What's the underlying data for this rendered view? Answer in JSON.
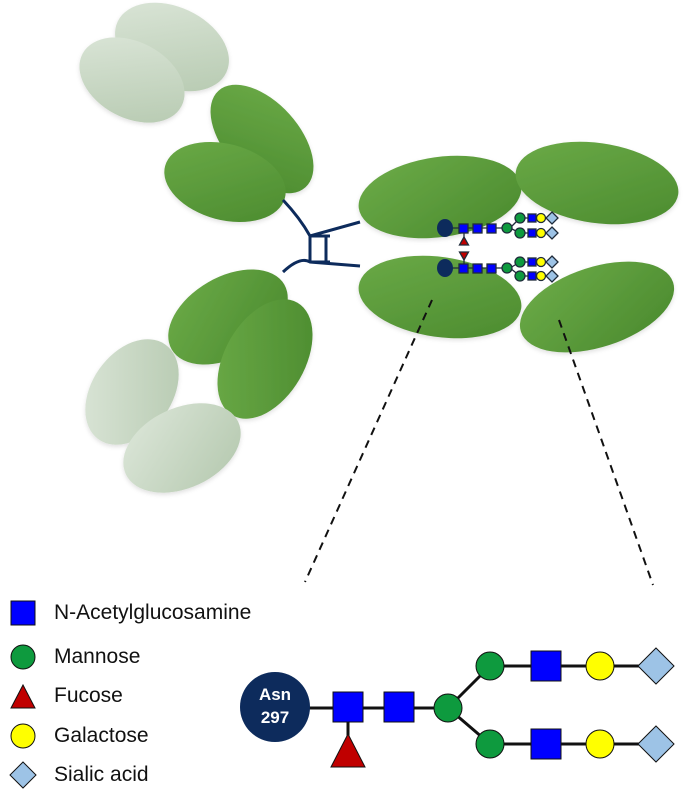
{
  "legend": {
    "items": [
      {
        "shape": "square",
        "label": "N-Acetylglucosamine",
        "color": "#0000ff"
      },
      {
        "shape": "circle",
        "label": "Mannose",
        "color": "#0e9a3e"
      },
      {
        "shape": "triangle",
        "label": "Fucose",
        "color": "#c00000"
      },
      {
        "shape": "circle",
        "label": "Galactose",
        "color": "#ffff00"
      },
      {
        "shape": "diamond",
        "label": "Sialic acid",
        "color": "#9dc3e6"
      }
    ]
  },
  "glycan": {
    "asn_line1": "Asn",
    "asn_line2": "297",
    "asn_color": "#0d2b5c"
  },
  "colors": {
    "domain_dark": "#5b9a3c",
    "domain_light": "#c9d9c5",
    "hinge": "#0d2b5c",
    "outline": "#1f2b3a"
  }
}
